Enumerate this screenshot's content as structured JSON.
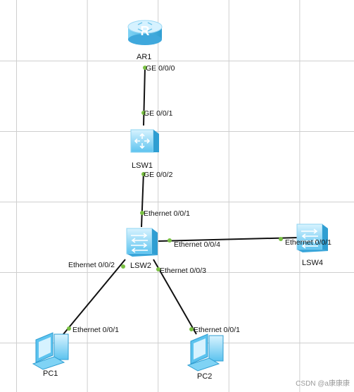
{
  "colors": {
    "link": "#111111",
    "port_dot": "#7ac143",
    "device_light": "#cfefff",
    "device_mid": "#7fd3f5",
    "device_dark": "#39a9dc"
  },
  "devices": [
    {
      "name": "AR1",
      "type": "router",
      "icon": "router-icon"
    },
    {
      "name": "LSW1",
      "type": "l3-switch",
      "icon": "layer3-switch-icon"
    },
    {
      "name": "LSW2",
      "type": "switch",
      "icon": "switch-icon"
    },
    {
      "name": "LSW4",
      "type": "switch",
      "icon": "switch-icon"
    },
    {
      "name": "PC1",
      "type": "pc",
      "icon": "pc-icon"
    },
    {
      "name": "PC2",
      "type": "pc",
      "icon": "pc-icon"
    }
  ],
  "links": [
    {
      "a": "AR1",
      "a_port": "GE 0/0/0",
      "b": "LSW1",
      "b_port": "GE 0/0/1"
    },
    {
      "a": "LSW1",
      "a_port": "GE 0/0/2",
      "b": "LSW2",
      "b_port": "Ethernet 0/0/1"
    },
    {
      "a": "LSW2",
      "a_port": "Ethernet 0/0/4",
      "b": "LSW4",
      "b_port": "Ethernet 0/0/1"
    },
    {
      "a": "LSW2",
      "a_port": "Ethernet 0/0/2",
      "b": "PC1",
      "b_port": "Ethernet 0/0/1"
    },
    {
      "a": "LSW2",
      "a_port": "Ethernet 0/0/3",
      "b": "PC2",
      "b_port": "Ethernet 0/0/1"
    }
  ],
  "watermark": "CSDN @a康康康"
}
